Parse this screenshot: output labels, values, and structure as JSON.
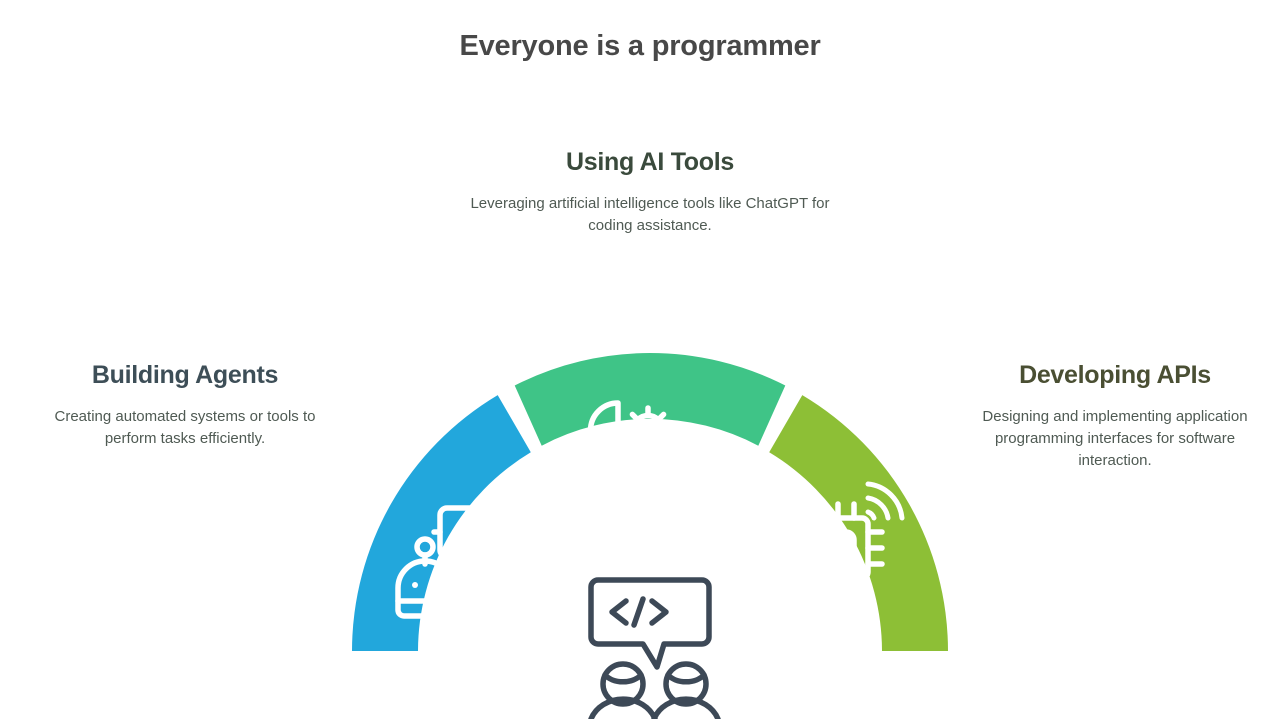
{
  "header": {
    "title": "Everyone is a programmer"
  },
  "colors": {
    "blue": "#22a7dc",
    "green": "#3fc487",
    "lime": "#8dbf36",
    "title_gray": "#484848",
    "slate": "#3d4e57",
    "dark_green": "#3a4a3c",
    "olive": "#4a4f33",
    "body_text": "#4f5a53",
    "center_icon": "#3d4957",
    "icon_white": "#ffffff"
  },
  "chart_data": {
    "type": "pie",
    "title": "Everyone is a programmer",
    "subtype": "semicircle-donut",
    "legend": "external labels",
    "center_icon": "code-speech-bubble-people-icon",
    "segments": [
      {
        "label": "Building Agents",
        "description": "Creating automated systems or tools to perform tasks efficiently.",
        "color": "#22a7dc",
        "icon": "robot-panel-icon",
        "start_angle": 180,
        "end_angle": 123,
        "position": "left"
      },
      {
        "label": "Using AI Tools",
        "description": "Leveraging artificial intelligence tools like ChatGPT for coding assistance.",
        "color": "#3fc487",
        "icon": "ai-head-gear-icon",
        "start_angle": 117,
        "end_angle": 63,
        "position": "top"
      },
      {
        "label": "Developing APIs",
        "description": "Designing and implementing application programming interfaces for software interaction.",
        "color": "#8dbf36",
        "icon": "microchip-wireless-icon",
        "start_angle": 57,
        "end_angle": 0,
        "position": "right"
      }
    ]
  },
  "sections": {
    "top": {
      "title": "Using AI Tools",
      "description": "Leveraging artificial intelligence tools like ChatGPT for coding assistance."
    },
    "left": {
      "title": "Building Agents",
      "description": "Creating automated systems or tools to perform tasks efficiently."
    },
    "right": {
      "title": "Developing APIs",
      "description": "Designing and implementing application programming interfaces for software interaction."
    }
  }
}
